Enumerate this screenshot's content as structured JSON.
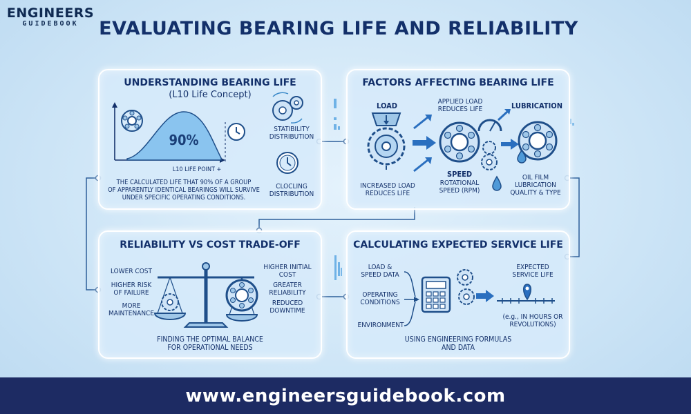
{
  "logo": {
    "top": "ENGINEERS",
    "bottom": "GUIDEBOOK"
  },
  "title": "EVALUATING BEARING LIFE AND RELIABILITY",
  "panel_life": {
    "title": "UNDERSTANDING BEARING LIFE",
    "subtitle": "(L10 Life Concept)",
    "percent": "90%",
    "point_label": "L10 LIFE POINT +",
    "stability": "STATIBILITY\nDISTRIBUTION",
    "clocling": "CLOCLING\nDISTRIBUTION",
    "description": "THE CALCULATED LIFE THAT 90% OF A GROUP\nOF APPARENTLY IDENTICAL BEARINGS WILL SURVIVE\nUNDER SPECIFIC OPERATING CONDITIONS."
  },
  "panel_factors": {
    "title": "FACTORS AFFECTING BEARING LIFE",
    "load": "LOAD",
    "applied": "APPLIED LOAD\nREDUCES LIFE",
    "lubrication": "LUBRICATION",
    "increased": "INCREASED LOAD\nREDUCES LIFE",
    "speed": "SPEED",
    "rotational": "ROTATIONAL\nSPEED (RPM)",
    "oil": "OIL FILM\nLUBRICATION\nQUALITY & TYPE"
  },
  "panel_reliability": {
    "title": "RELIABILITY VS COST TRADE-OFF",
    "lower_cost": "LOWER COST",
    "higher_risk": "HIGHER RISK\nOF FAILURE",
    "more_maint": "MORE\nMAINTENANCE",
    "higher_initial": "HIGHER INITIAL\nCOST",
    "greater_rel": "GREATER\nRELIABILITY",
    "reduced_down": "REDUCED\nDOWNTIME",
    "balance": "FINDING THE OPTIMAL BALANCE\nFOR OPERATIONAL NEEDS"
  },
  "panel_calc": {
    "title": "CALCULATING EXPECTED SERVICE LIFE",
    "load_speed": "LOAD &\nSPEED DATA",
    "operating": "OPERATING\nCONDITIONS",
    "environment": "ENVIRONMENT",
    "expected": "EXPECTED\nSERVICE LIFE",
    "units": "(e.g., IN HOURS OR\nREVOLUTIONS)",
    "formulas": "USING ENGINEERING FORMULAS\nAND DATA"
  },
  "footer": {
    "url": "www.engineersguidebook.com"
  }
}
